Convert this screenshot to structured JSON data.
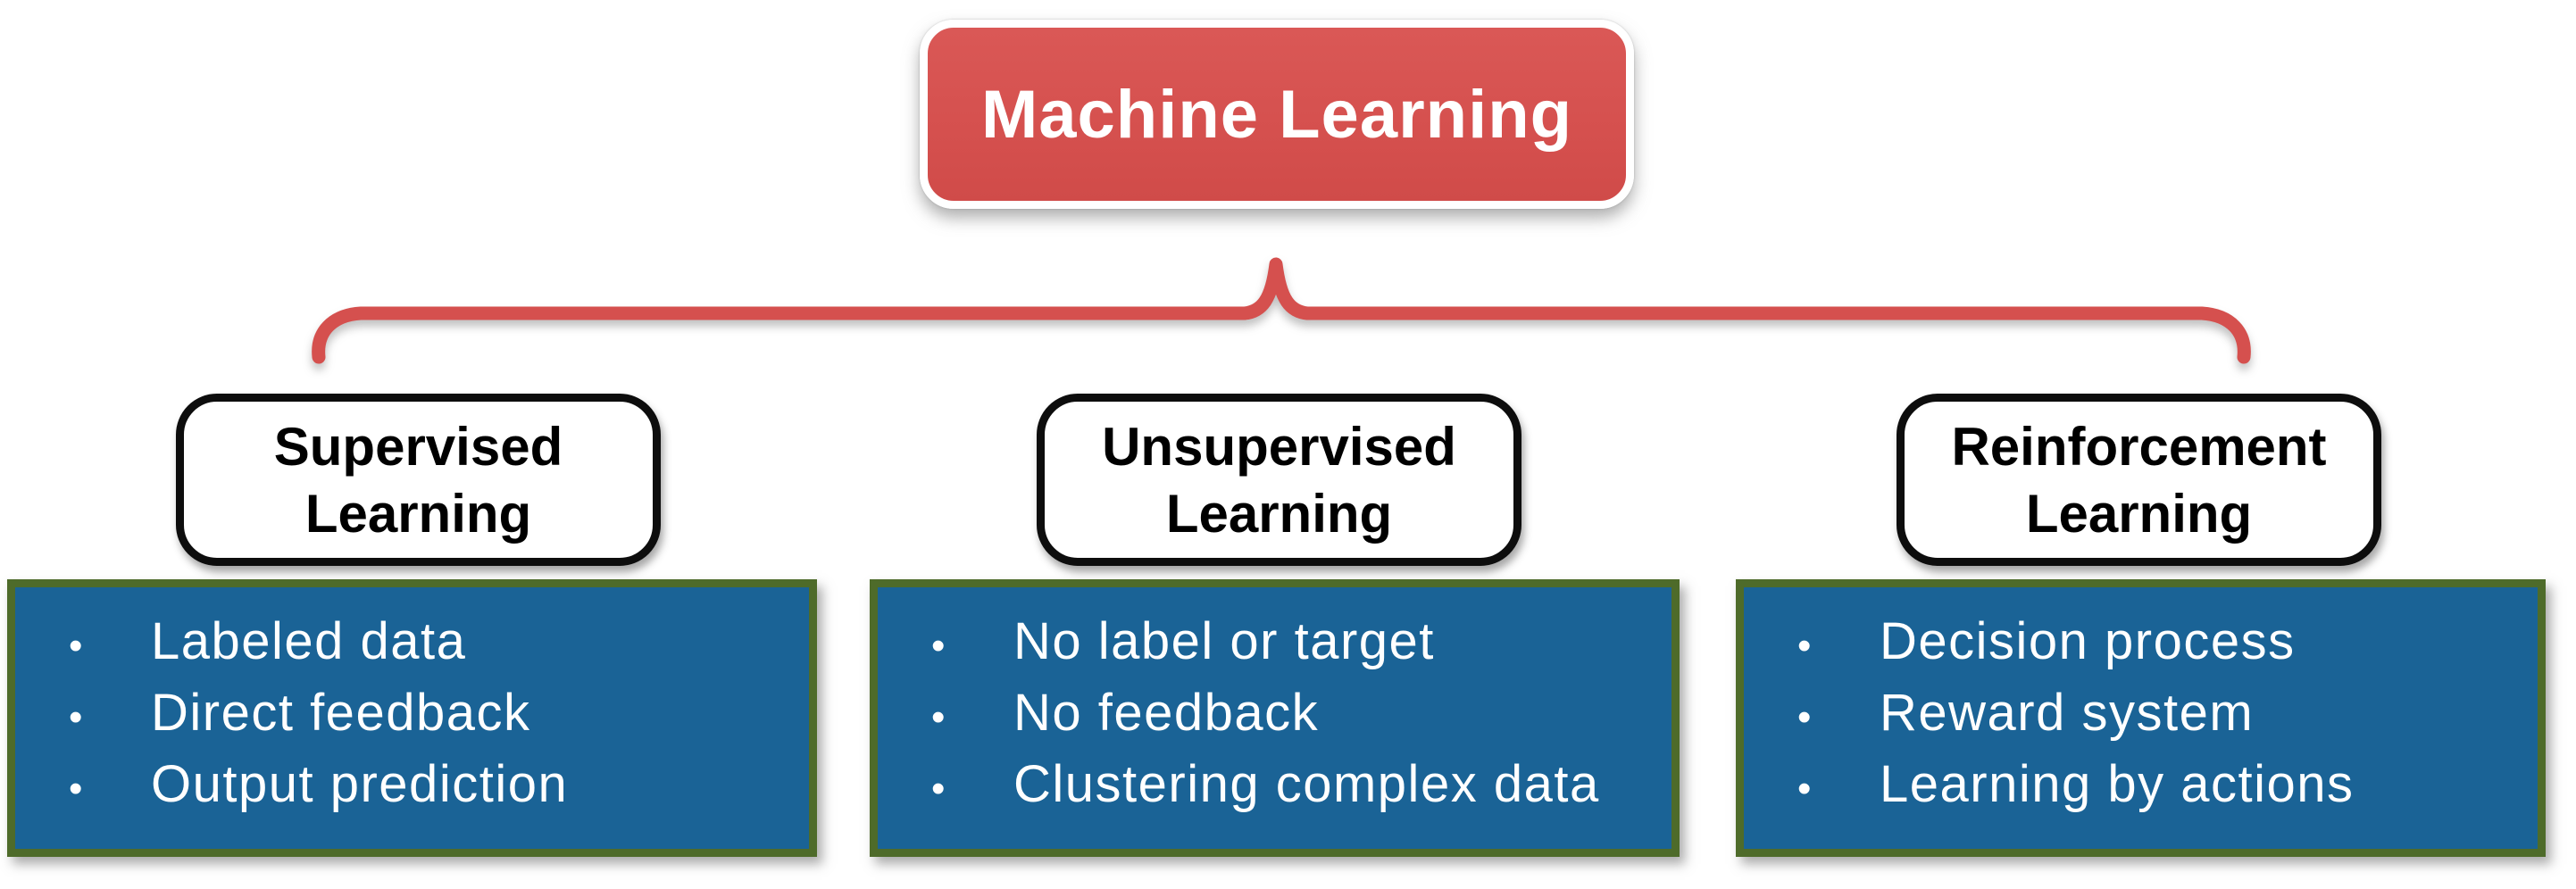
{
  "diagram": {
    "title": "Machine Learning",
    "bullet_glyph": "•",
    "branches": [
      {
        "label": "Supervised\nLearning",
        "points": [
          "Labeled data",
          "Direct feedback",
          "Output prediction"
        ]
      },
      {
        "label": "Unsupervised\nLearning",
        "points": [
          "No label or target",
          "No feedback",
          "Clustering complex data"
        ]
      },
      {
        "label": "Reinforcement\nLearning",
        "points": [
          "Decision process",
          "Reward system",
          "Learning by actions"
        ]
      }
    ],
    "colors": {
      "background": "#FFFFFF",
      "root_box_fill": "#D5504E",
      "root_box_border": "#FFFFFF",
      "root_box_text": "#FFFFFF",
      "brace_stroke": "#D5504E",
      "label_box_fill": "#FFFFFF",
      "label_box_border": "#0D0D0D",
      "label_box_text": "#000000",
      "detail_box_fill": "#1A6396",
      "detail_box_border": "#4E6B2A",
      "detail_box_text": "#FFFFFF"
    }
  }
}
